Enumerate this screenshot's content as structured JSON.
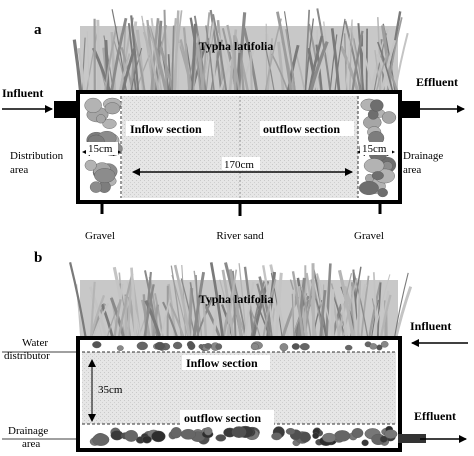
{
  "panel_a": {
    "letter": "a",
    "plant": "Typha latifolia",
    "influent": "Influent",
    "effluent": "Effluent",
    "inflow": "Inflow section",
    "outflow": "outflow section",
    "distribution": [
      "Distribution",
      "area"
    ],
    "drainage": [
      "Drainage",
      "area"
    ],
    "width_left": "15cm",
    "width_right": "15cm",
    "width_middle": "170cm",
    "gravel_left": "Gravel",
    "river_sand": "River sand",
    "gravel_right": "Gravel"
  },
  "panel_b": {
    "letter": "b",
    "plant": "Typha latifolia",
    "influent": "Influent",
    "effluent": "Effluent",
    "water_distributor": [
      "Water",
      "distributor"
    ],
    "inflow": "Inflow section",
    "outflow": "outflow section",
    "depth": "35cm",
    "drainage": [
      "Drainage",
      "area"
    ]
  }
}
